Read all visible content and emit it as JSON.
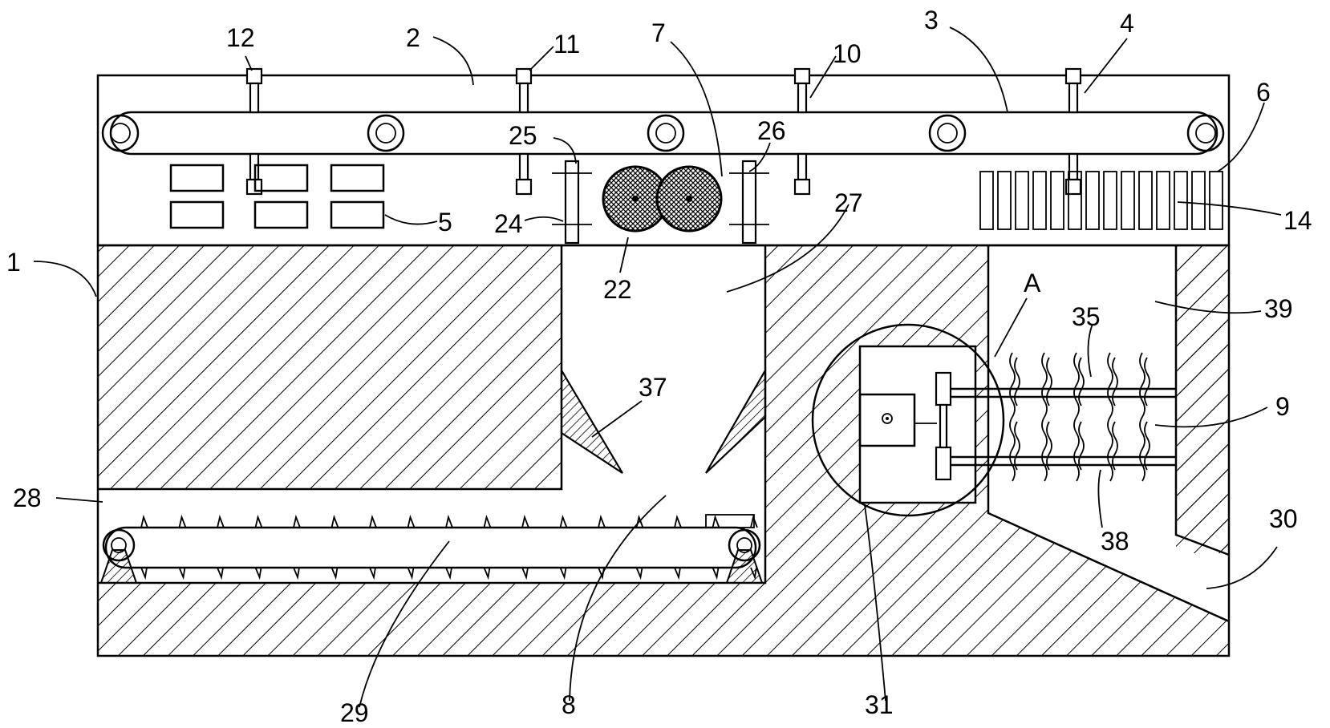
{
  "figure": {
    "colors": {
      "line": "#000000",
      "background": "#ffffff"
    },
    "labels": [
      {
        "key": "n12",
        "text": "12"
      },
      {
        "key": "n2",
        "text": "2"
      },
      {
        "key": "n11",
        "text": "11"
      },
      {
        "key": "n7",
        "text": "7"
      },
      {
        "key": "n10",
        "text": "10"
      },
      {
        "key": "n3",
        "text": "3"
      },
      {
        "key": "n4",
        "text": "4"
      },
      {
        "key": "n6",
        "text": "6"
      },
      {
        "key": "n25",
        "text": "25"
      },
      {
        "key": "n26",
        "text": "26"
      },
      {
        "key": "n24",
        "text": "24"
      },
      {
        "key": "n5",
        "text": "5"
      },
      {
        "key": "n22",
        "text": "22"
      },
      {
        "key": "n27",
        "text": "27"
      },
      {
        "key": "n14",
        "text": "14"
      },
      {
        "key": "n1",
        "text": "1"
      },
      {
        "key": "nA",
        "text": "A"
      },
      {
        "key": "n35",
        "text": "35"
      },
      {
        "key": "n39",
        "text": "39"
      },
      {
        "key": "n37",
        "text": "37"
      },
      {
        "key": "n9",
        "text": "9"
      },
      {
        "key": "n28",
        "text": "28"
      },
      {
        "key": "n38",
        "text": "38"
      },
      {
        "key": "n30",
        "text": "30"
      },
      {
        "key": "n29",
        "text": "29"
      },
      {
        "key": "n8",
        "text": "8"
      },
      {
        "key": "n31",
        "text": "31"
      }
    ]
  }
}
